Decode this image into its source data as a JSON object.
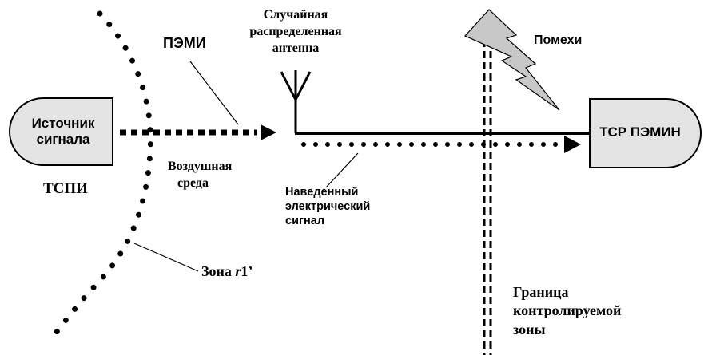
{
  "source_box": {
    "line1": "Источник",
    "line2": "сигнала"
  },
  "source_caption": "ТСПИ",
  "receiver_box": "ТСР ПЭМИН",
  "pemi_label": "ПЭМИ",
  "antenna_label": {
    "line1": "Случайная",
    "line2": "распределенная",
    "line3": "антенна"
  },
  "interference_label": "Помехи",
  "air_label": {
    "line1": "Воздушная",
    "line2": "среда"
  },
  "induced_label": {
    "line1": "Наведенный",
    "line2": "электрический",
    "line3": "сигнал"
  },
  "zone_label": {
    "prefix": "Зона ",
    "var": "r",
    "suffix": "1’"
  },
  "boundary_label": {
    "line1": "Граница",
    "line2": "контролируемой",
    "line3": "зоны"
  },
  "colors": {
    "stroke": "#000000",
    "lightning_fill": "#c8c8c8",
    "box_fill": "#e4e4e4"
  }
}
